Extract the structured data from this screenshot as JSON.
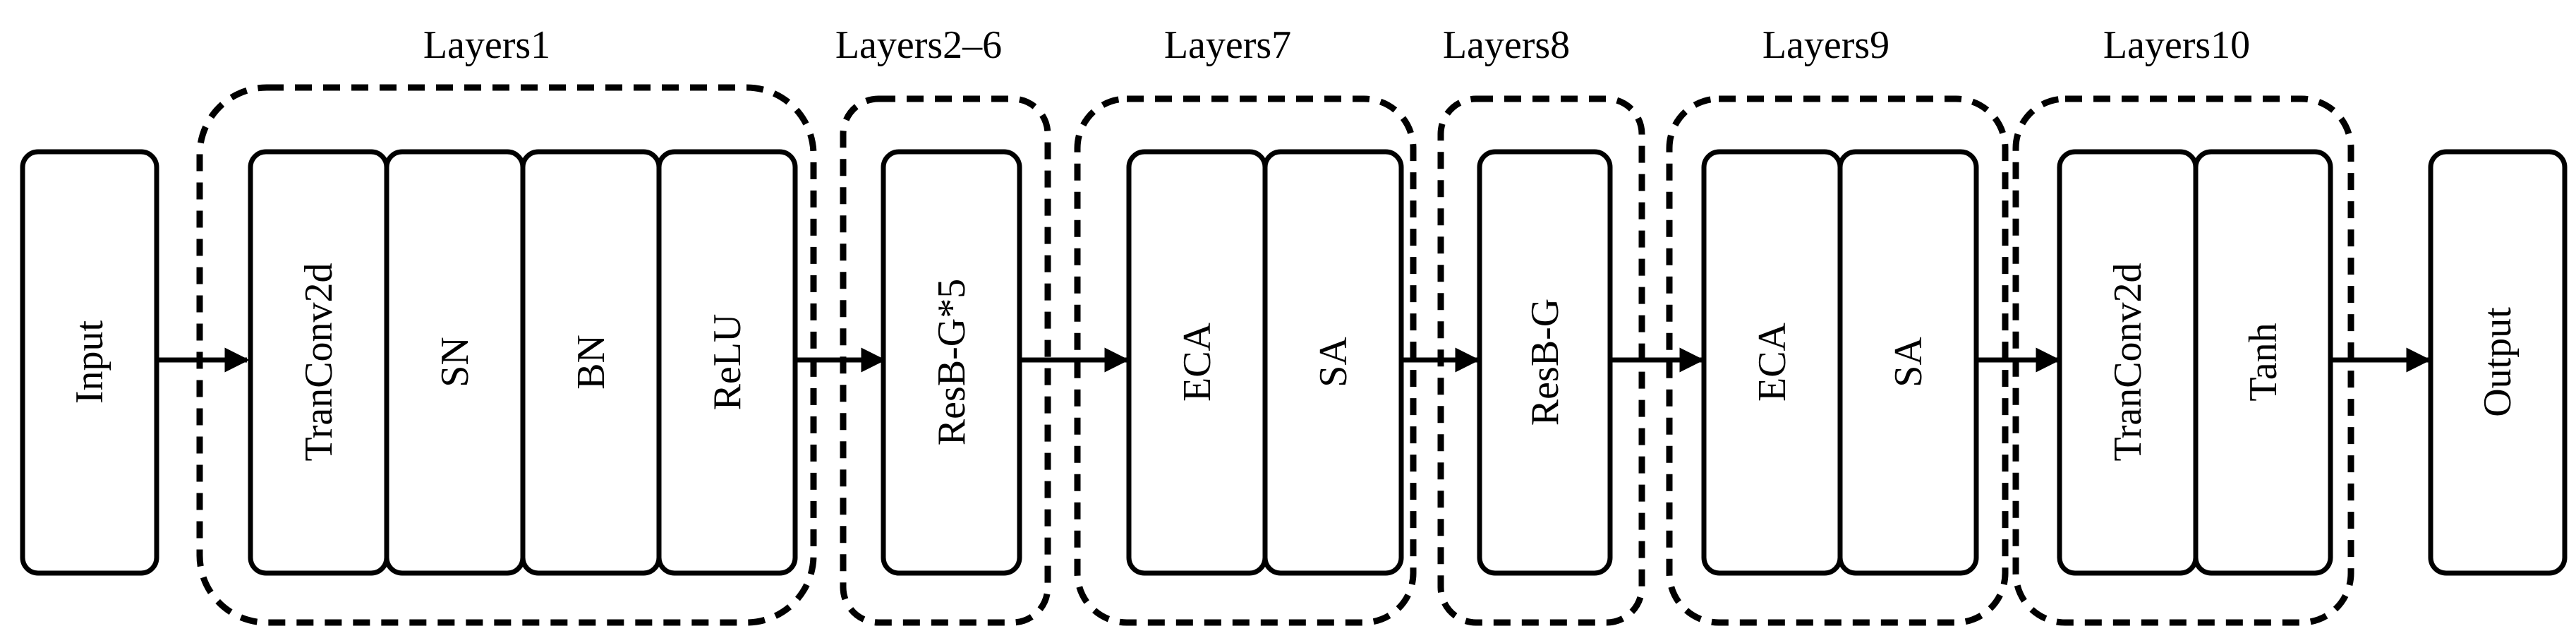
{
  "diagram": {
    "input": "Input",
    "output": "Output",
    "groups": [
      {
        "title": "Layers1",
        "blocks": [
          "TranConv2d",
          "SN",
          "BN",
          "ReLU"
        ]
      },
      {
        "title": "Layers2–6",
        "blocks": [
          "ResB-G*5"
        ]
      },
      {
        "title": "Layers7",
        "blocks": [
          "ECA",
          "SA"
        ]
      },
      {
        "title": "Layers8",
        "blocks": [
          "ResB-G"
        ]
      },
      {
        "title": "Layers9",
        "blocks": [
          "ECA",
          "SA"
        ]
      },
      {
        "title": "Layers10",
        "blocks": [
          "TranConv2d",
          "Tanh"
        ]
      }
    ]
  }
}
